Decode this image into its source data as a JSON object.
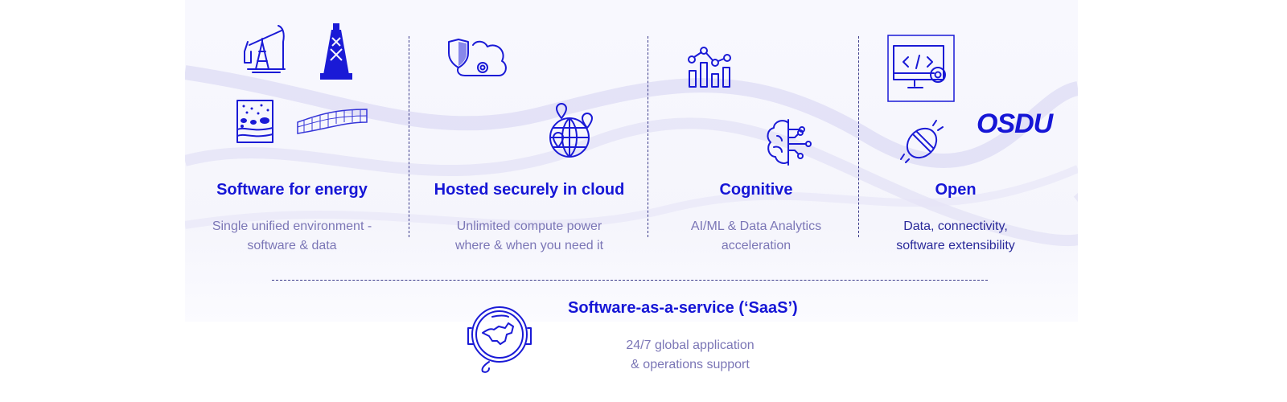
{
  "colors": {
    "accent": "#1616d6",
    "description": "#7b76b6",
    "divider": "#3a3a8a",
    "panel": "#f7f7fd"
  },
  "columns": [
    {
      "title": "Software for energy",
      "desc": [
        "Single unified environment -",
        "software & data"
      ],
      "icons": [
        "pumpjack-icon",
        "drilling-rig-icon",
        "rock-strata-icon",
        "reservoir-grid-icon"
      ]
    },
    {
      "title": "Hosted securely in cloud",
      "desc": [
        "Unlimited compute power",
        "where & when you need it"
      ],
      "icons": [
        "shield-cloud-gear-icon",
        "globe-location-pins-icon"
      ]
    },
    {
      "title": "Cognitive",
      "desc": [
        "AI/ML & Data Analytics",
        "acceleration"
      ],
      "icons": [
        "bar-line-chart-icon",
        "brain-circuit-icon"
      ]
    },
    {
      "title": "Open",
      "desc": [
        "Data, connectivity,",
        "software extensibility"
      ],
      "icons": [
        "monitor-code-gear-icon",
        "plug-icon"
      ],
      "logo": "OSDU"
    }
  ],
  "saas": {
    "title": "Software-as-a-service (‘SaaS’)",
    "desc": [
      "24/7 global application",
      "& operations support"
    ],
    "icon": "globe-headset-icon"
  }
}
